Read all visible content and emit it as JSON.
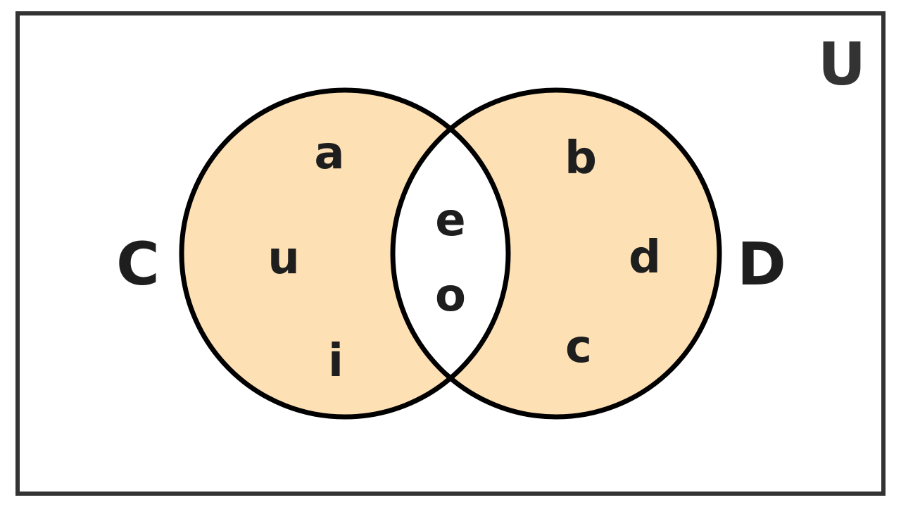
{
  "diagram": {
    "type": "venn",
    "universe": {
      "label": "U"
    },
    "sets": [
      {
        "label": "C",
        "only_elements": [
          "a",
          "u",
          "i"
        ]
      },
      {
        "label": "D",
        "only_elements": [
          "b",
          "d",
          "c"
        ]
      }
    ],
    "intersection": {
      "elements": [
        "e",
        "o"
      ]
    },
    "colors": {
      "fill": "#FDE0B4",
      "intersection_fill": "#FFFFFF",
      "circle_stroke": "#000000",
      "frame_stroke": "#333333",
      "text": "#1E1E1E"
    }
  }
}
